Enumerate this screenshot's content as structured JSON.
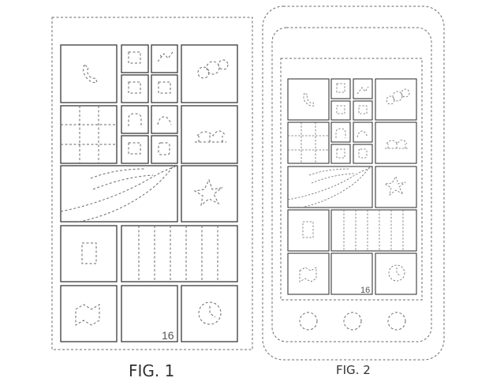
{
  "figures": [
    {
      "caption": "FIG. 1",
      "tile_number": "16"
    },
    {
      "caption": "FIG. 2",
      "tile_number": "16"
    }
  ],
  "icons": [
    "phone-icon",
    "game-controller-icon",
    "photo-pinwheel-icon",
    "grid-icon",
    "people-group-icon",
    "lollipop-map-icon",
    "music-grid-icon",
    "map-icon",
    "clock-icon",
    "home-button-icon"
  ]
}
